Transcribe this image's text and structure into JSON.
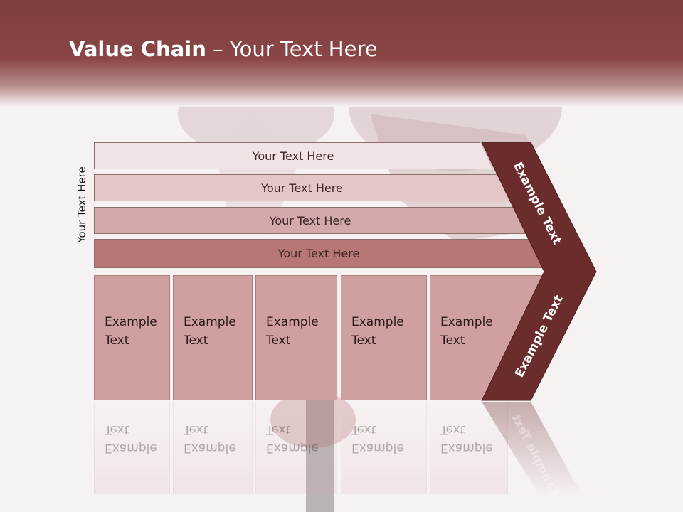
{
  "title": {
    "bold": "Value Chain",
    "rest": " – Your Text Here"
  },
  "side_label": "Your Text Here",
  "rows": [
    {
      "label": "Your Text Here",
      "color": "#f2e4e4"
    },
    {
      "label": "Your Text Here",
      "color": "#e5c6c6"
    },
    {
      "label": "Your Text Here",
      "color": "#d4a9a9"
    },
    {
      "label": "Your Text Here",
      "color": "#b87777"
    }
  ],
  "columns": [
    {
      "line1": "Example",
      "line2": "Text"
    },
    {
      "line1": "Example",
      "line2": "Text"
    },
    {
      "line1": "Example",
      "line2": "Text"
    },
    {
      "line1": "Example",
      "line2": "Text"
    },
    {
      "line1": "Example",
      "line2": "Text"
    }
  ],
  "chevron": {
    "upper_label": "Example Text",
    "lower_label": "Example Text",
    "color": "#6a2c2c"
  },
  "colors": {
    "header": "#8a4646",
    "background": "#f7f2f2"
  }
}
